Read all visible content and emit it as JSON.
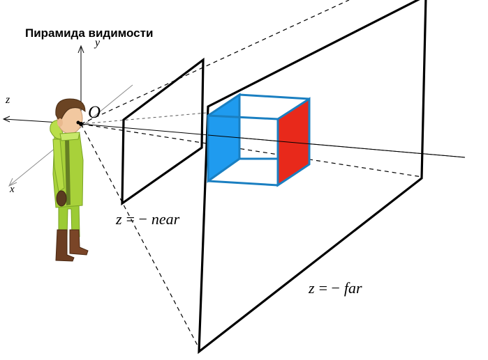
{
  "diagram": {
    "title": "Пирамида видимости",
    "axes": {
      "x_label": "x",
      "y_label": "y",
      "z_label": "z",
      "origin_label": "O"
    },
    "near_plane": {
      "label_lhs": "z",
      "label_op": "= −",
      "label_rhs": "near"
    },
    "far_plane": {
      "label_lhs": "z",
      "label_op": "= −",
      "label_rhs": "far"
    },
    "cube": {
      "left_face_color": "#1f9bef",
      "right_face_color": "#e8291b",
      "edge_color": "#1a7fc1"
    },
    "figure": {
      "icon": "boy-character-icon",
      "jacket_color": "#a8d13a",
      "boots_color": "#6b3d22",
      "hair_color": "#6b4423"
    }
  }
}
